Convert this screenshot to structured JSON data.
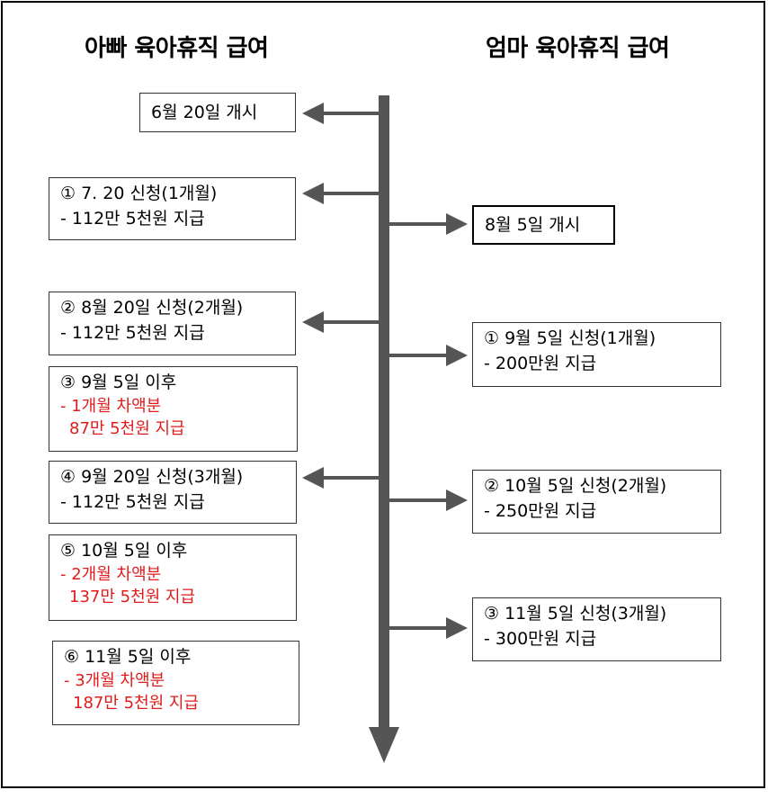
{
  "headings": {
    "dad": "아빠 육아휴직 급여",
    "mom": "엄마 육아휴직 급여"
  },
  "dad": {
    "start": "6월 20일 개시",
    "items": [
      {
        "title": "① 7. 20 신청(1개월)",
        "line": "- 112만 5천원 지급"
      },
      {
        "title": "② 8월 20일 신청(2개월)",
        "line": "- 112만 5천원 지급"
      },
      {
        "title": "③ 9월 5일 이후",
        "red1": "- 1개월 차액분",
        "red2": "87만 5천원 지급"
      },
      {
        "title": "④ 9월 20일 신청(3개월)",
        "line": "- 112만 5천원 지급"
      },
      {
        "title": "⑤ 10월 5일 이후",
        "red1": "- 2개월 차액분",
        "red2": "137만 5천원 지급"
      },
      {
        "title": "⑥ 11월 5일 이후",
        "red1": "- 3개월 차액분",
        "red2": "187만 5천원 지급"
      }
    ]
  },
  "mom": {
    "start": "8월 5일 개시",
    "items": [
      {
        "title": "① 9월 5일 신청(1개월)",
        "line": "- 200만원 지급"
      },
      {
        "title": "② 10월 5일 신청(2개월)",
        "line": "- 250만원 지급"
      },
      {
        "title": "③ 11월 5일 신청(3개월)",
        "line": "- 300만원 지급"
      }
    ]
  },
  "colors": {
    "line": "#555555",
    "highlight": "#e01b1b"
  }
}
